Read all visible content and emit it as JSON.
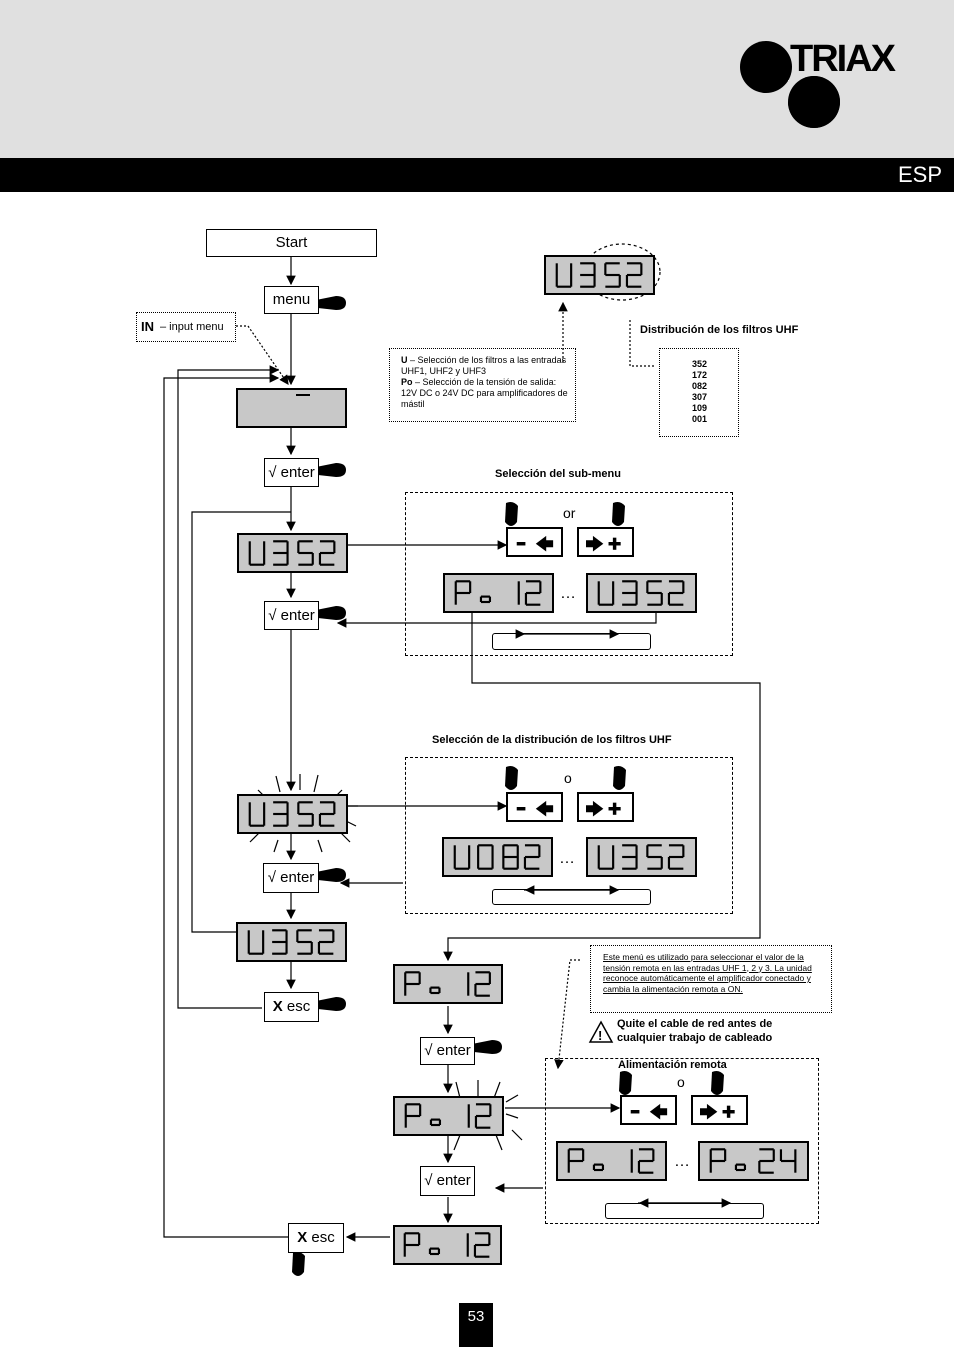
{
  "header": {
    "brand": "TRIAX",
    "lang": "ESP"
  },
  "flow": {
    "start": "Start",
    "menu": "menu",
    "enter": "√ enter",
    "esc_x": "X",
    "esc": "esc",
    "in_label": "IN",
    "in_desc": "– input menu"
  },
  "lcd": {
    "u352": "U352",
    "po12": "Po12",
    "u082": "U082",
    "po24": "Po24"
  },
  "note_u_po": {
    "u_key": "U",
    "u_text": "– Selección de los filtros a las entradas UHF1, UHF2 y UHF3",
    "po_key": "Po",
    "po_text": "– Selección de la tensión de salida: 12V DC o 24V DC para amplificadores de mástil"
  },
  "uhf_dist": {
    "title": "Distribución de los filtros UHF",
    "values": [
      "352",
      "172",
      "082",
      "307",
      "109",
      "001"
    ]
  },
  "submenu": {
    "title": "Selección del sub-menu",
    "or": "or",
    "dots": "…"
  },
  "uhf_select": {
    "title": "Selección de la distribución de los filtros UHF",
    "or": "o",
    "dots": "…"
  },
  "remote": {
    "note": "Este menú es utilizado para seleccionar el valor de la tensión remota en las entradas UHF 1, 2 y 3. La unidad reconoce automáticamente el amplificador conectado y cambia la alimentación remota a ON.",
    "warning": "Quite el cable de red antes de cualquier trabajo de cableado",
    "title": "Alimentación remota",
    "or": "o",
    "dots": "…"
  },
  "page_number": "53"
}
